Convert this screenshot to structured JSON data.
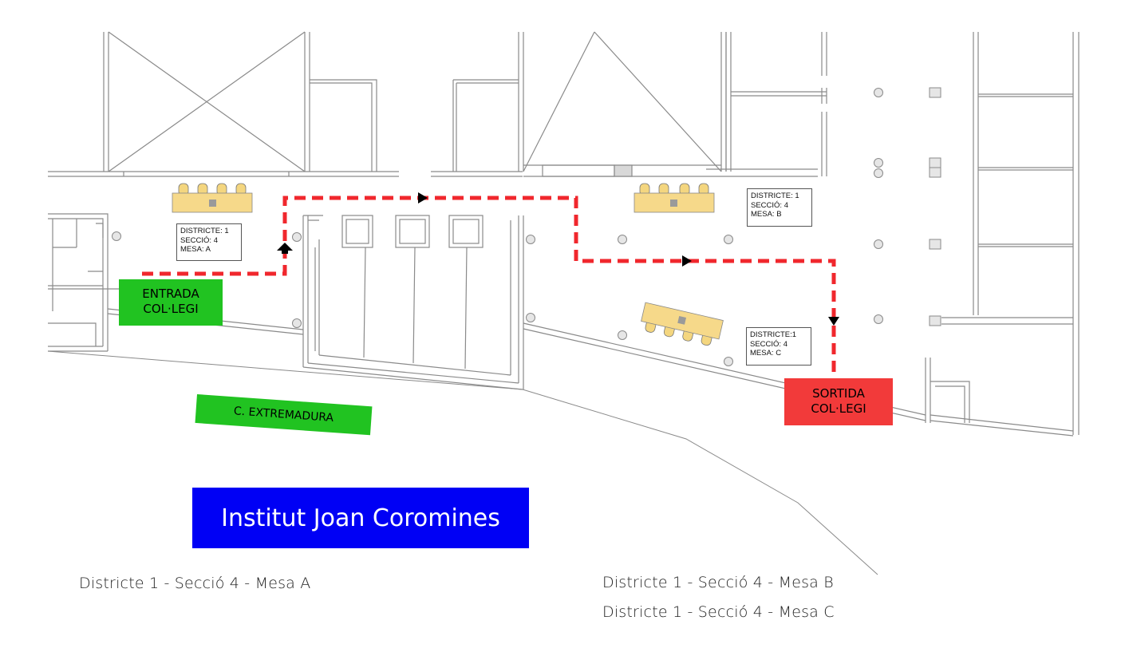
{
  "title": "Institut Joan Coromines",
  "street_label": "C. EXTREMADURA",
  "entrance": {
    "line1": "ENTRADA",
    "line2": "COL·LEGI"
  },
  "exit": {
    "line1": "SORTIDA",
    "line2": "COL·LEGI"
  },
  "tables": [
    {
      "id": "A",
      "line1": "DISTRICTE: 1",
      "line2": "SECCIÓ: 4",
      "line3": "MESA: A"
    },
    {
      "id": "B",
      "line1": "DISTRICTE: 1",
      "line2": "SECCIÓ: 4",
      "line3": "MESA: B"
    },
    {
      "id": "C",
      "line1": "DISTRICTE:1",
      "line2": "SECCIÓ: 4",
      "line3": "MESA: C"
    }
  ],
  "captions": {
    "left": "Districte 1 - Secció 4 - Mesa A",
    "right1": "Districte 1 - Secció 4 - Mesa B",
    "right2": "Districte 1 - Secció 4 - Mesa C"
  },
  "colors": {
    "entrance": "#21c321",
    "exit": "#f23a3a",
    "route": "#f0272d",
    "title_bg": "#0000f5",
    "table": "#f6d98a",
    "wall": "#9a9a9a"
  }
}
